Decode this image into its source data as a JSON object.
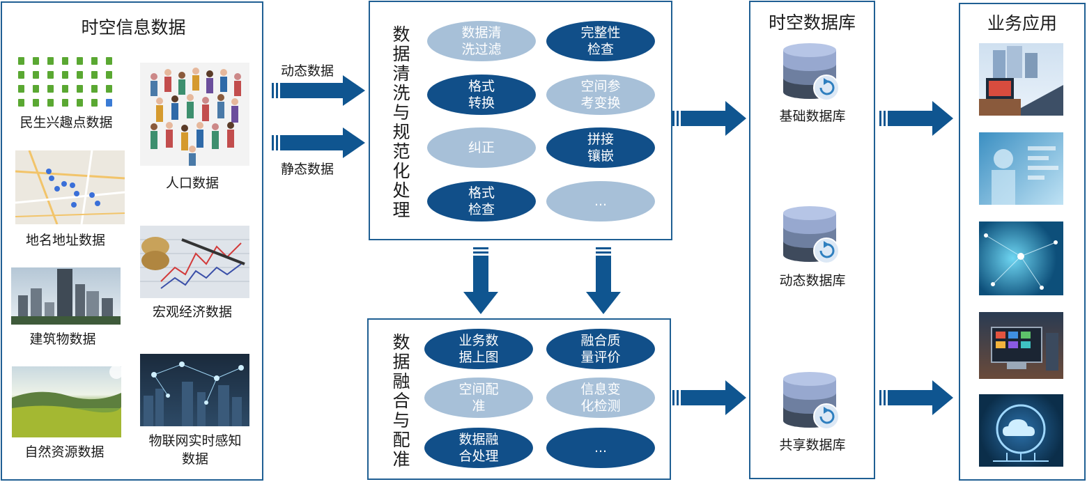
{
  "source_panel": {
    "title": "时空信息数据",
    "items": [
      {
        "label": "民生兴趣点数据"
      },
      {
        "label": "人口数据"
      },
      {
        "label": "地名地址数据"
      },
      {
        "label": "宏观经济数据"
      },
      {
        "label": "建筑物数据"
      },
      {
        "label": "自然资源数据"
      },
      {
        "label": "物联网实时感知\n数据"
      }
    ]
  },
  "arrows": {
    "dynamic": "动态数据",
    "static": "静态数据"
  },
  "cleaning_panel": {
    "title": "数据清洗与规范化处理",
    "ellipses": [
      {
        "text": "数据清\n洗过滤",
        "style": "light"
      },
      {
        "text": "完整性\n检查",
        "style": "dark"
      },
      {
        "text": "格式\n转换",
        "style": "dark"
      },
      {
        "text": "空间参\n考变换",
        "style": "light"
      },
      {
        "text": "纠正",
        "style": "light"
      },
      {
        "text": "拼接\n镶嵌",
        "style": "dark"
      },
      {
        "text": "格式\n检查",
        "style": "dark"
      },
      {
        "text": "...",
        "style": "light"
      }
    ]
  },
  "fusion_panel": {
    "title": "数据融合与配准",
    "ellipses": [
      {
        "text": "业务数\n据上图",
        "style": "dark"
      },
      {
        "text": "融合质\n量评价",
        "style": "dark"
      },
      {
        "text": "空间配\n准",
        "style": "light"
      },
      {
        "text": "信息变\n化检测",
        "style": "light"
      },
      {
        "text": "数据融\n合处理",
        "style": "dark"
      },
      {
        "text": "...",
        "style": "dark"
      }
    ]
  },
  "database_panel": {
    "title": "时空数据库",
    "databases": [
      {
        "label": "基础数据库"
      },
      {
        "label": "动态数据库"
      },
      {
        "label": "共享数据库"
      }
    ]
  },
  "application_panel": {
    "title": "业务应用"
  },
  "colors": {
    "dark_blue": "#114f89",
    "light_blue": "#a7c0d8",
    "border": "#1f5f93",
    "arrow": "#0f5590"
  }
}
